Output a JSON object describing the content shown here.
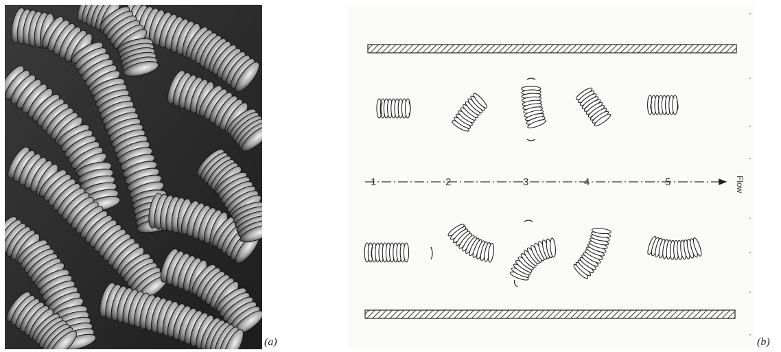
{
  "figure": {
    "panel_a": {
      "caption": "(a)",
      "kind": "drawing of coiled worm-like cell chains"
    },
    "panel_b": {
      "caption": "(b)",
      "flow_label": "Flow",
      "stations": [
        "1",
        "2",
        "3",
        "4",
        "5"
      ]
    }
  },
  "colors": {
    "line": "#222222",
    "paper": "#fafaf8",
    "shade_dark": "#2a2a2a",
    "shade_light": "#e8e8e8"
  }
}
